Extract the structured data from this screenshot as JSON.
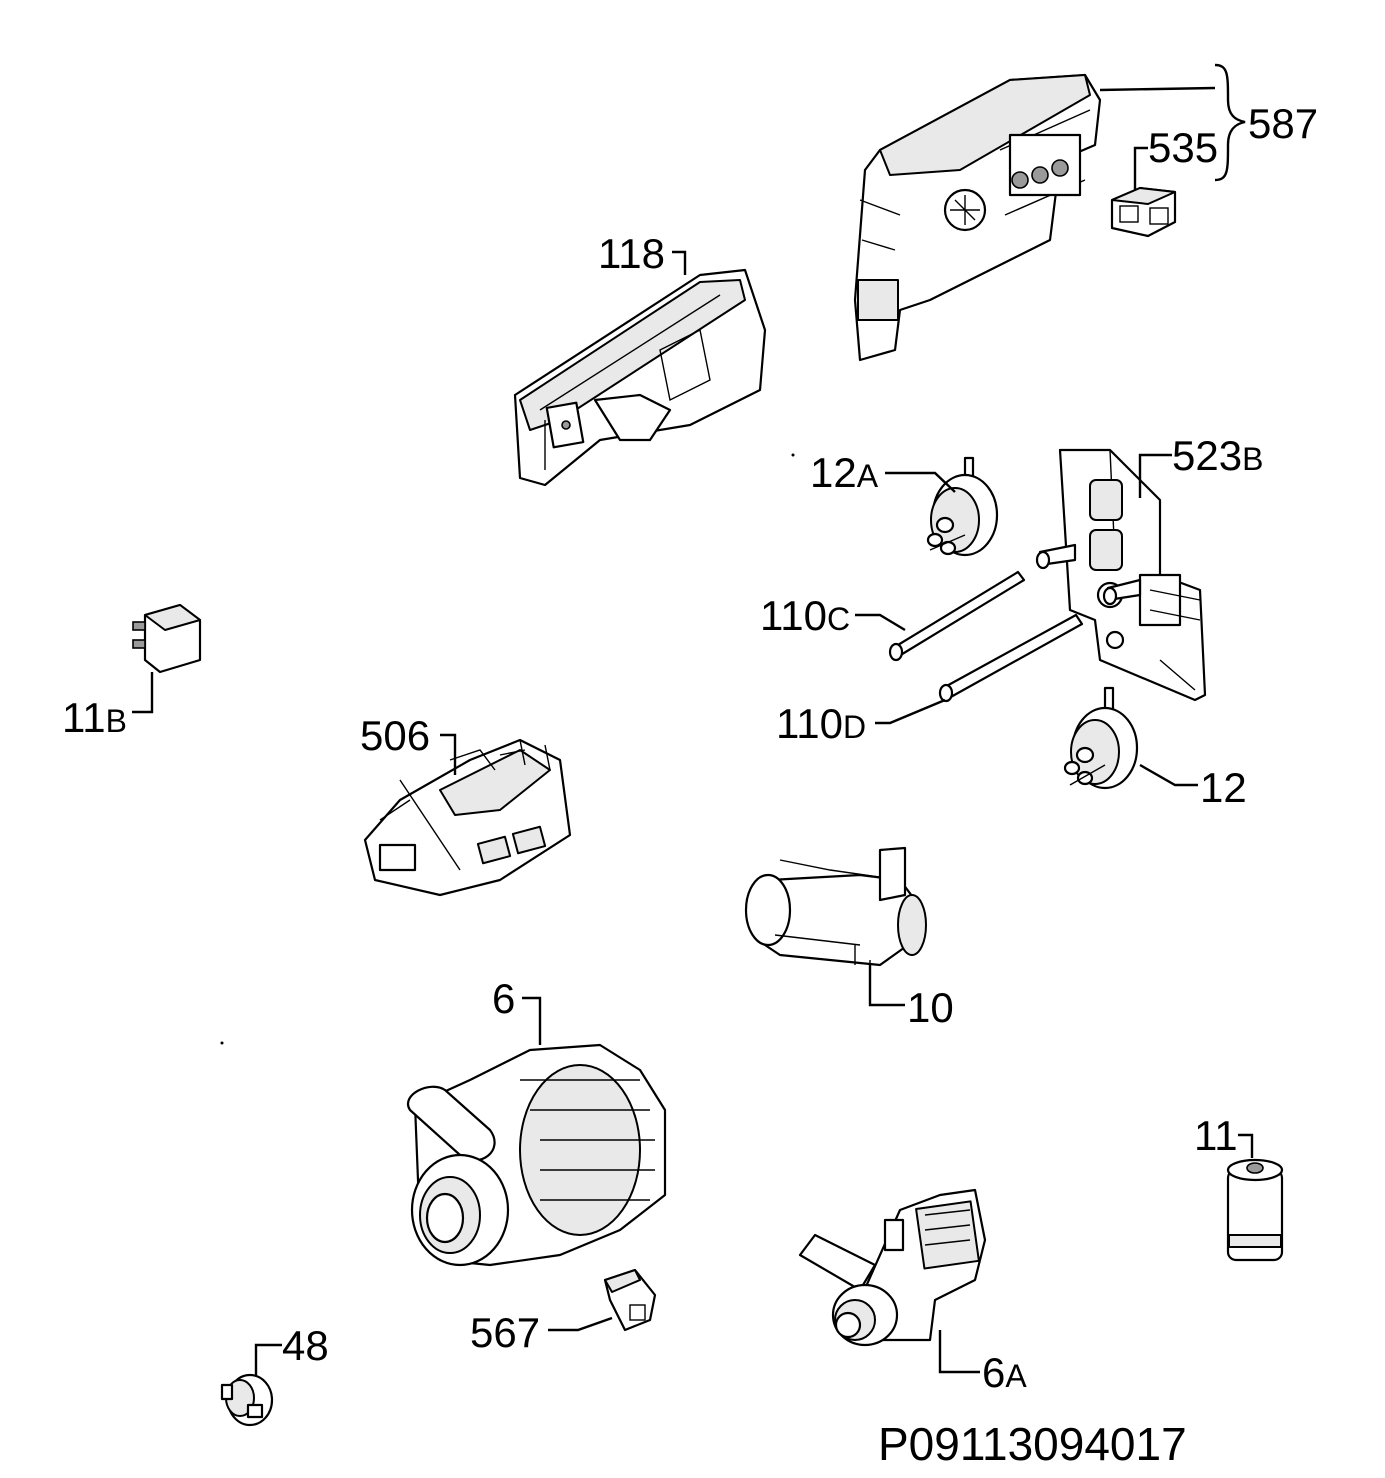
{
  "labels": {
    "l587": "587",
    "l535": "535",
    "l118": "118",
    "l12a_main": "12",
    "l12a_suffix": "A",
    "l523b_main": "523",
    "l523b_suffix": "B",
    "l110c_main": "110",
    "l110c_suffix": "C",
    "l110d_main": "110",
    "l110d_suffix": "D",
    "l12": "12",
    "l11b_main": "11",
    "l11b_suffix": "B",
    "l506": "506",
    "l10": "10",
    "l6": "6",
    "l11": "11",
    "l567": "567",
    "l48": "48",
    "l6a_main": "6",
    "l6a_suffix": "A"
  },
  "reference_code": "P09113094017"
}
